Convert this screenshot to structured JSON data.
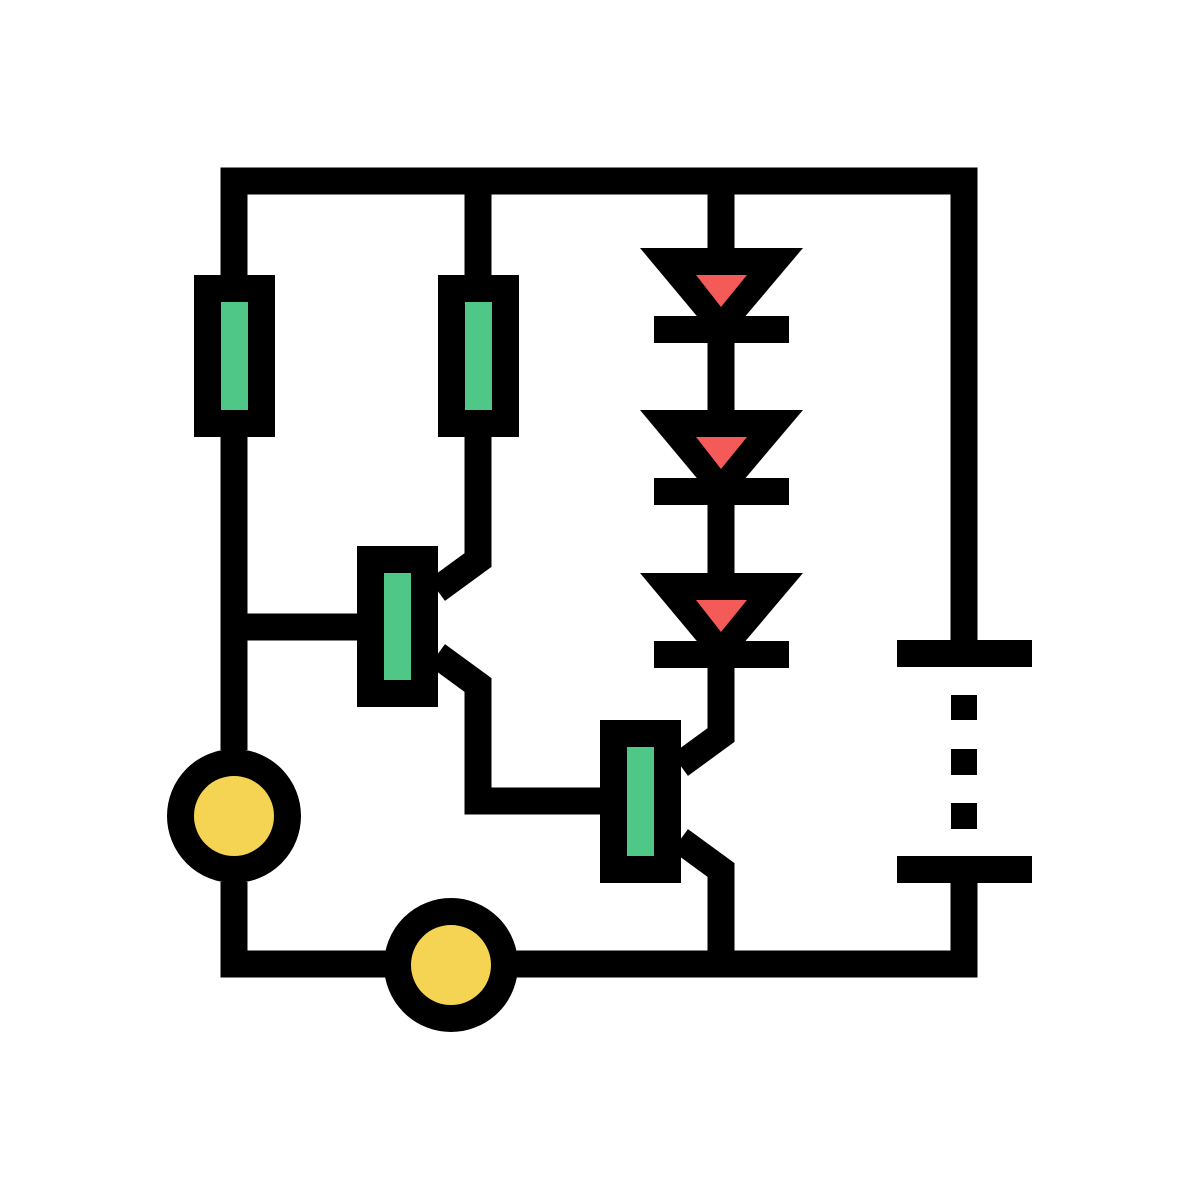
{
  "icon": {
    "subject": "electronic-circuit-icon",
    "colors": {
      "stroke": "#000000",
      "resistor_fill": "#4ec787",
      "diode_fill": "#f45a57",
      "terminal_fill": "#f5d453",
      "background": "#ffffff"
    },
    "components": {
      "resistors": 2,
      "transistors": 2,
      "diodes": 3,
      "terminals": 2,
      "battery": 1
    }
  }
}
